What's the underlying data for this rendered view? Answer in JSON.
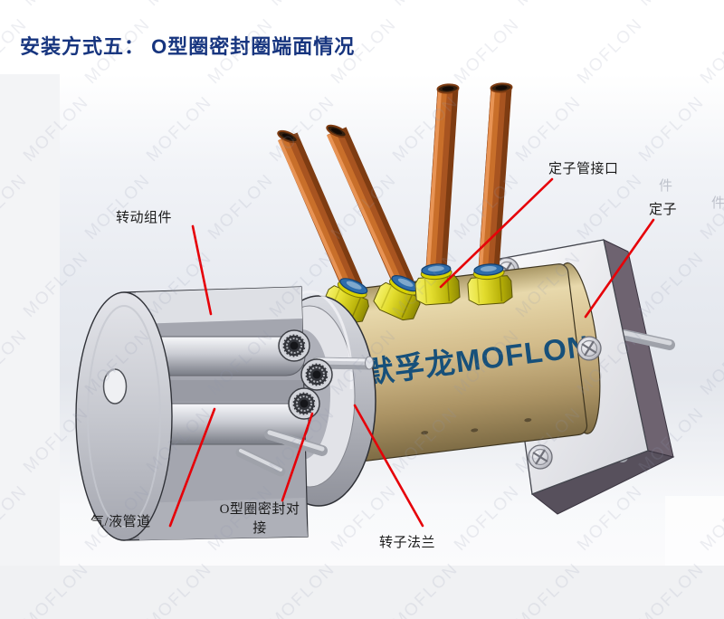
{
  "page": {
    "title": "安装方式五： O型圈密封圈端面情况"
  },
  "watermark": {
    "text": "MOFLON"
  },
  "device": {
    "brand_label": "默孚龙MOFLON"
  },
  "callouts": {
    "rotating_assembly": "转动组件",
    "stator_tube_port": "定子管接口",
    "stator": "定子",
    "gas_liquid_pipeline": "气/液管道",
    "oring_seal_line1": "O型圈密封对",
    "oring_seal_line2": "接",
    "rotor_flange": "转子法兰",
    "ghost_char": "件"
  },
  "colors": {
    "title_text": "#17357F",
    "leader_line": "#E60008",
    "brand_text": "#17507A",
    "copper_tube": "#A85420",
    "fitting_yellow": "#E3DD2E",
    "fitting_blue_ring": "#2E6DAB",
    "body_tan": "#C8AF7C",
    "flange_side": "#6E6370"
  }
}
